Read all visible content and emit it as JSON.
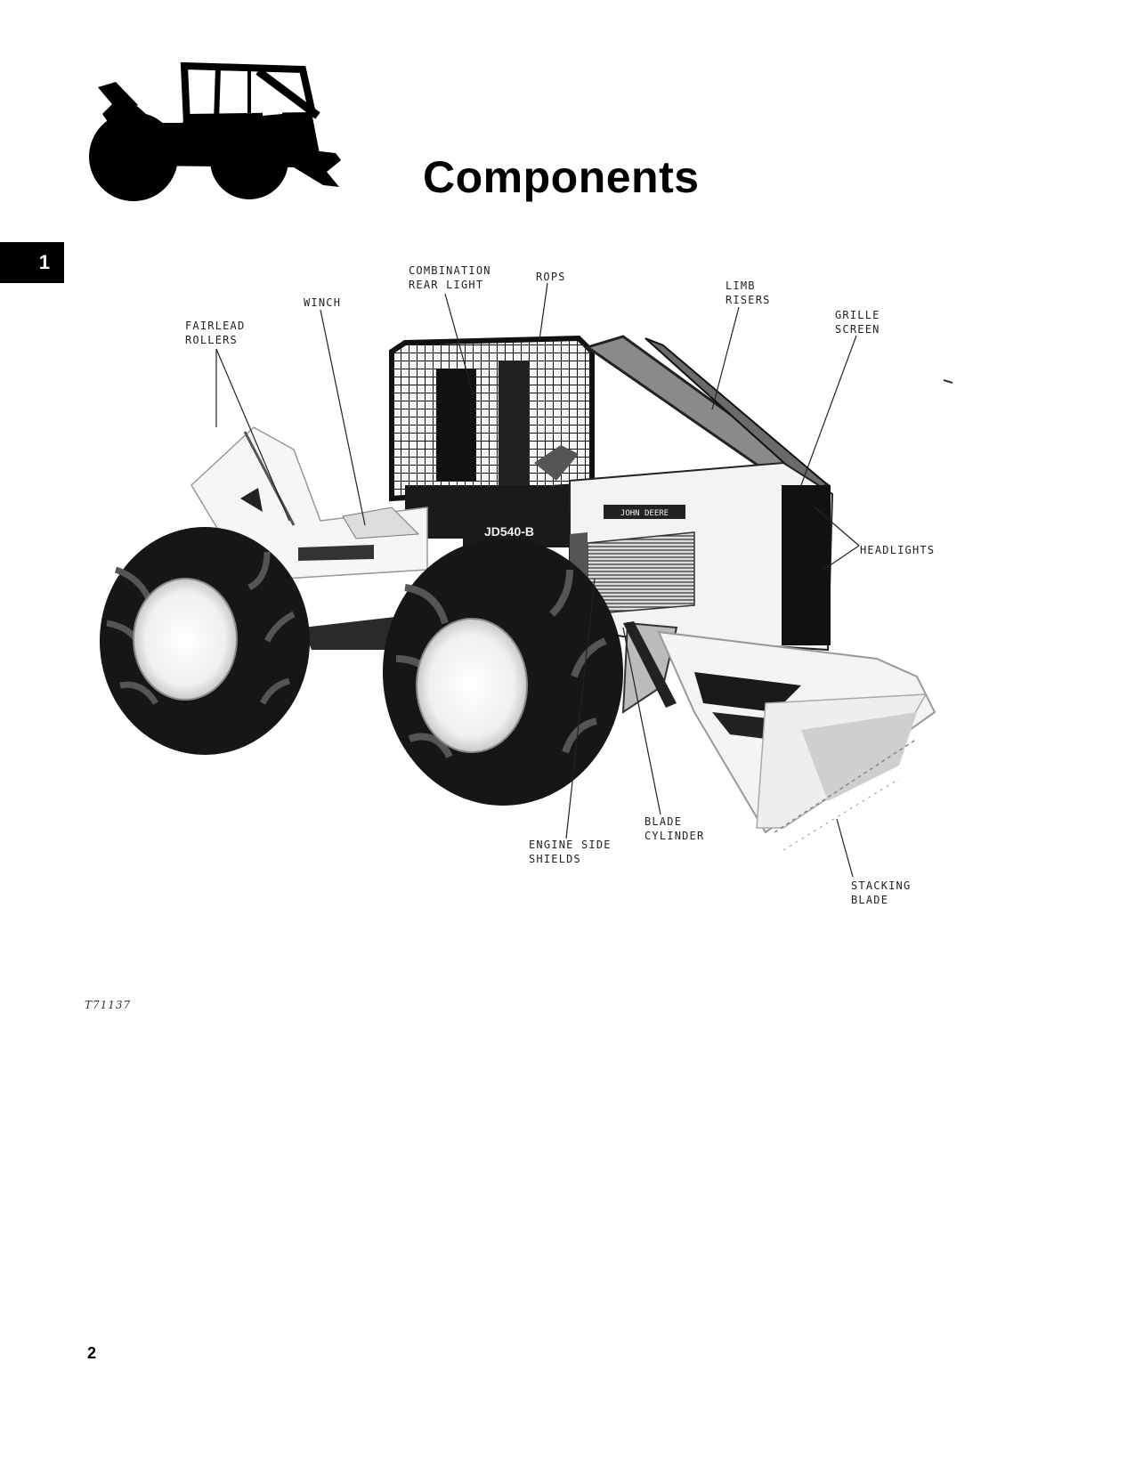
{
  "page": {
    "title": "Components",
    "section_tab": "1",
    "figure_id": "T71137",
    "page_number": "2"
  },
  "icons": {
    "header_icon": "skidder-silhouette-icon"
  },
  "callouts": {
    "combination_rear_light": [
      "COMBINATION",
      "REAR LIGHT"
    ],
    "rops": [
      "ROPS"
    ],
    "winch": [
      "WINCH"
    ],
    "limb_risers": [
      "LIMB",
      "RISERS"
    ],
    "grille_screen": [
      "GRILLE",
      "SCREEN"
    ],
    "fairlead_rollers": [
      "FAIRLEAD",
      "ROLLERS"
    ],
    "headlights": [
      "HEADLIGHTS"
    ],
    "blade_cylinder": [
      "BLADE",
      "CYLINDER"
    ],
    "engine_side_shields": [
      "ENGINE SIDE",
      "SHIELDS"
    ],
    "stacking_blade": [
      "STACKING",
      "BLADE"
    ]
  },
  "machine": {
    "model_plate": "JD540-B",
    "brand_plate": "JOHN DEERE"
  }
}
